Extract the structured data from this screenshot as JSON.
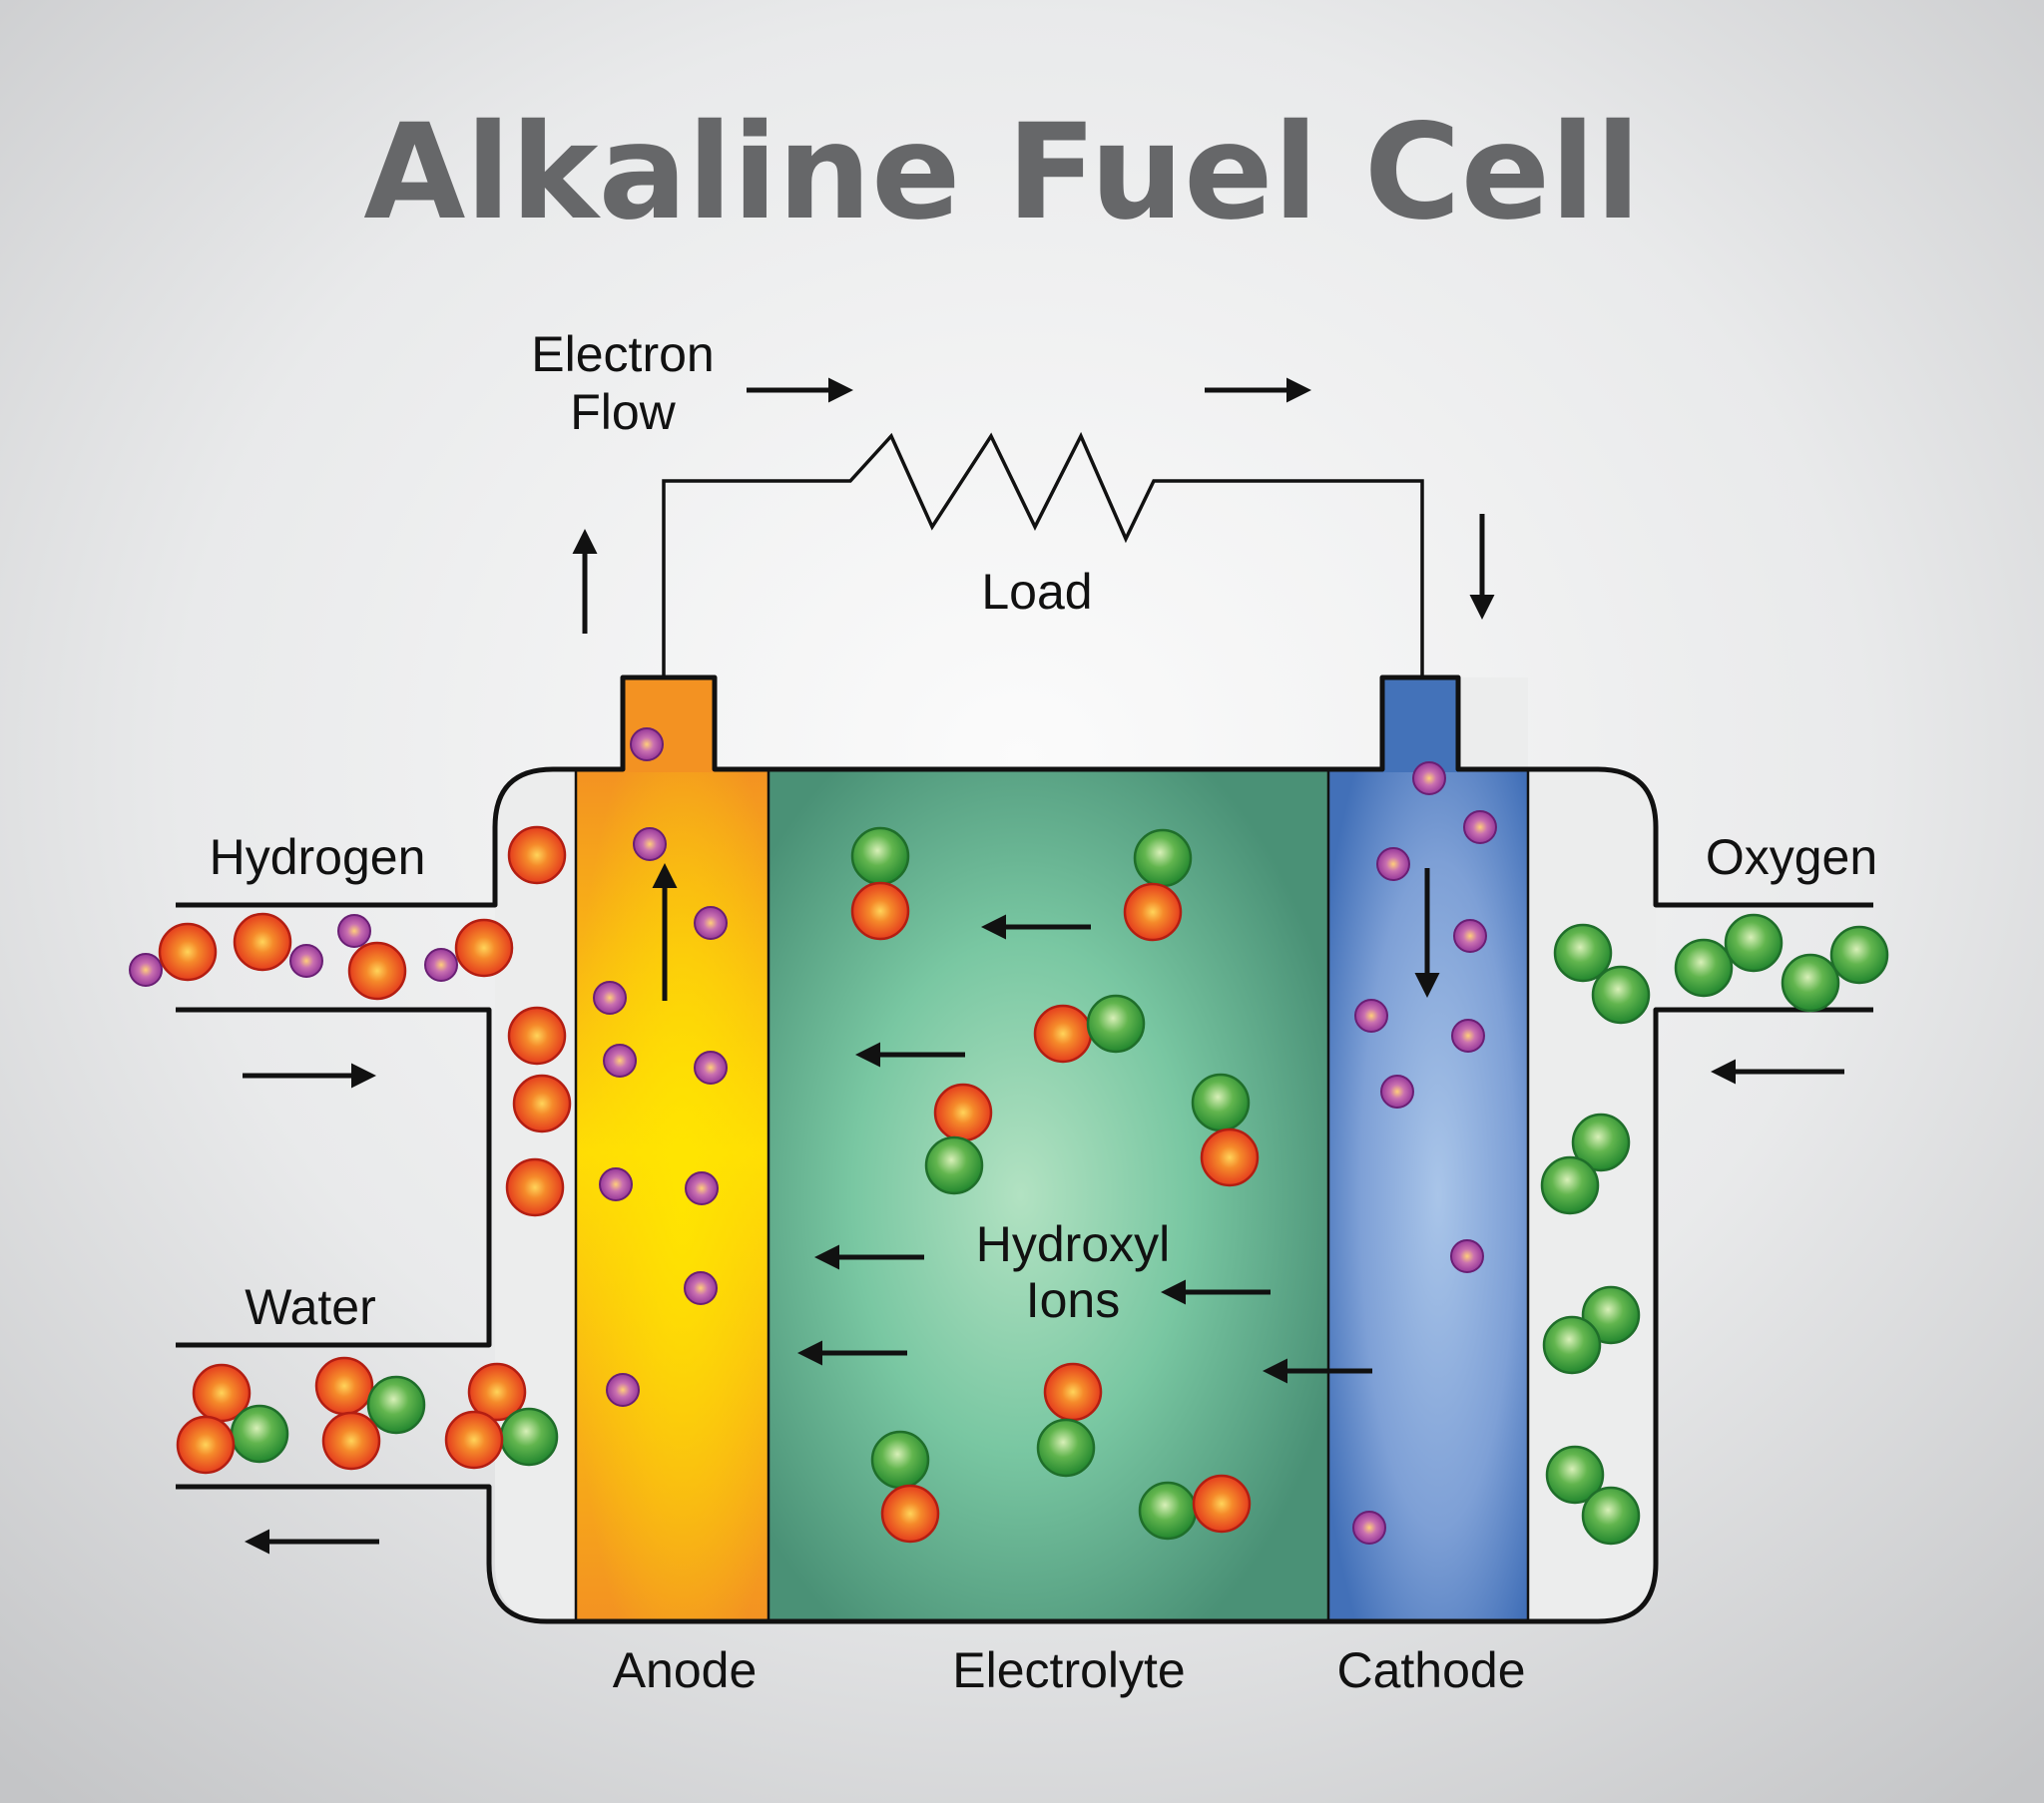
{
  "title": "Alkaline Fuel Cell",
  "labels": {
    "electron_flow_line1": "Electron",
    "electron_flow_line2": "Flow",
    "load": "Load",
    "hydrogen": "Hydrogen",
    "water": "Water",
    "oxygen": "Oxygen",
    "hydroxyl_line1": "Hydroxyl",
    "hydroxyl_line2": "Ions",
    "anode": "Anode",
    "electrolyte": "Electrolyte",
    "cathode": "Cathode"
  },
  "colors": {
    "background_center": "#fbfbfb",
    "background_edge": "#c9cacc",
    "title": "#666769",
    "anode_top": "#f39222",
    "anode_middle": "#ffdf00",
    "electrolyte_center": "#aee0c0",
    "electrolyte_edge": "#4d9478",
    "cathode_center": "#a9c4e8",
    "cathode_edge": "#4372b9",
    "hydrogen_atom": "#e8501e",
    "oxygen_atom": "#3aa043",
    "electron": "#9b3fa3"
  }
}
